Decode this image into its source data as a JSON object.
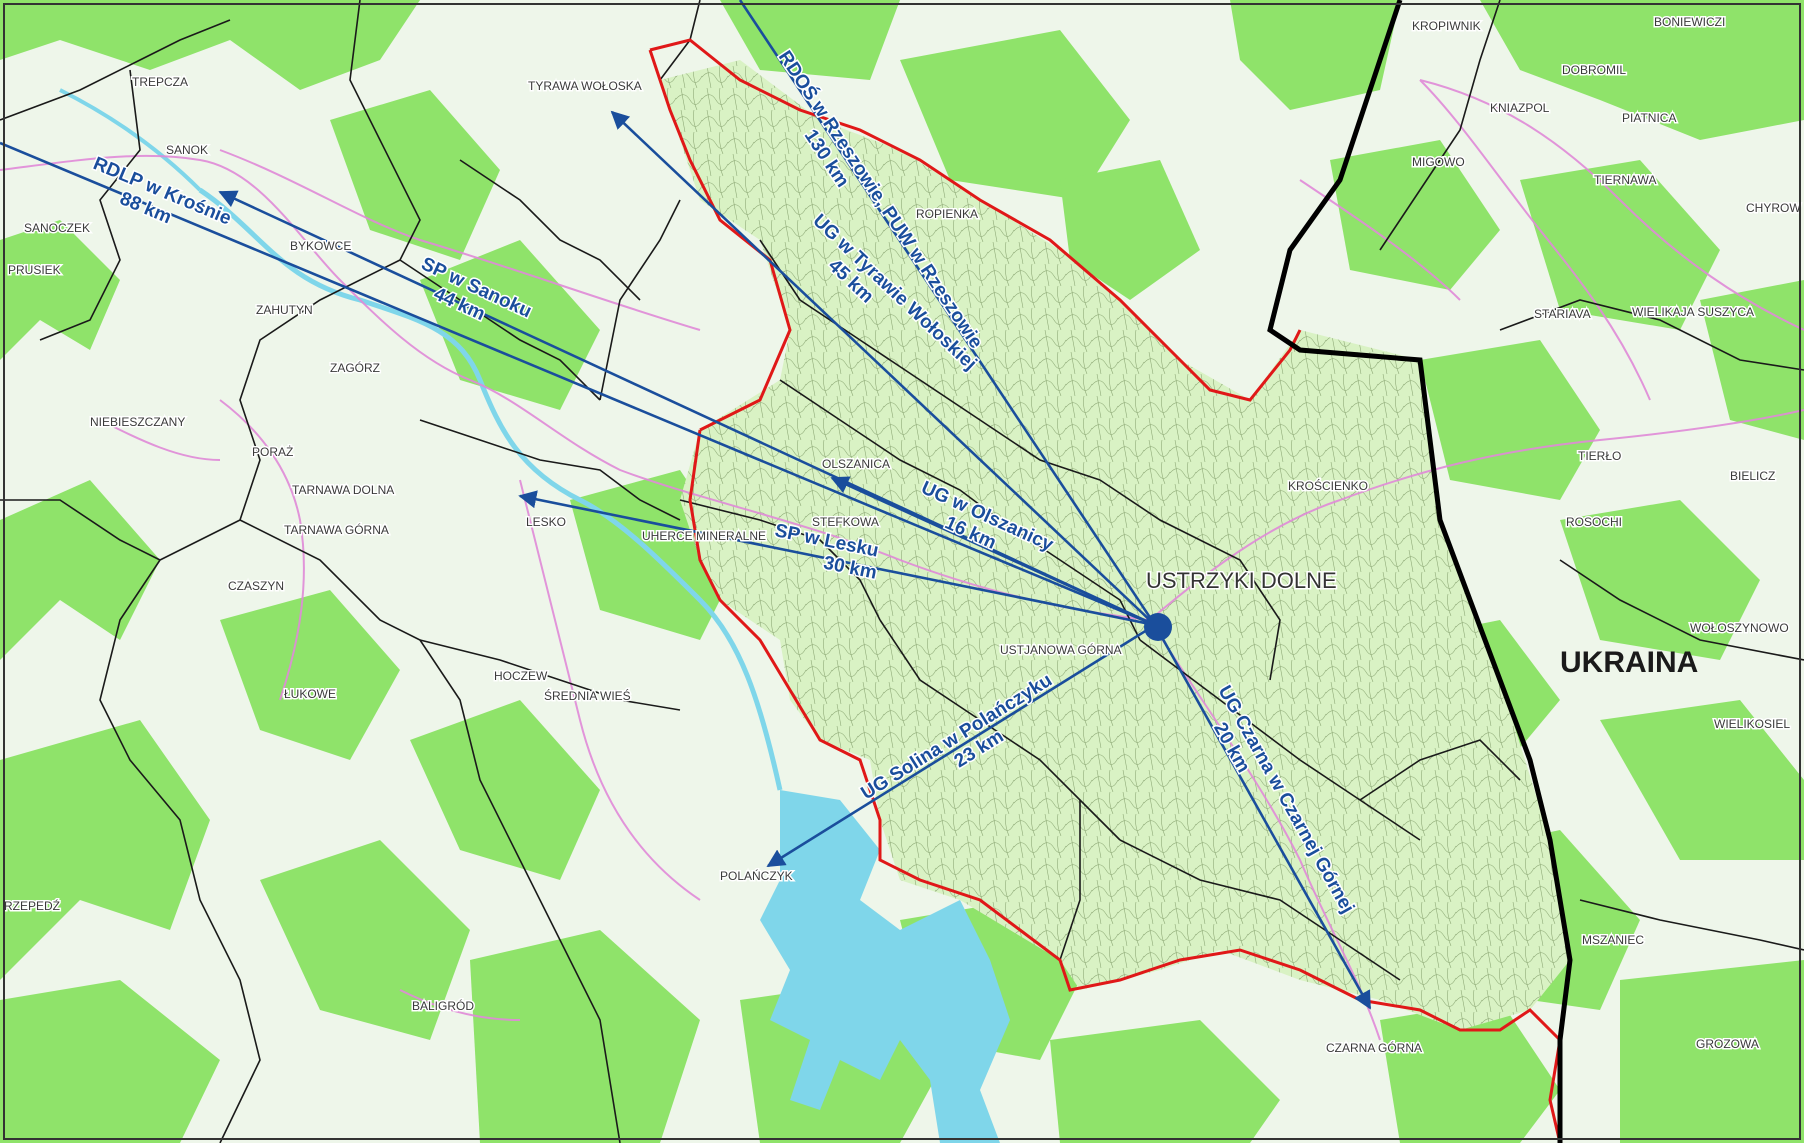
{
  "map": {
    "country_label": "UKRAINA",
    "main_town": "USTRZYKI DOLNE",
    "colors": {
      "forest": "#8fe36a",
      "open_land": "#eef6ea",
      "study_area": "#d9f2c4",
      "water": "#7fd6ea",
      "roads": "#e08ad8",
      "route_arrows": "#1a4e9c",
      "area_boundary": "#e01818",
      "state_border": "#000000"
    },
    "towns": [
      {
        "name": "TREPCZA"
      },
      {
        "name": "SANOK"
      },
      {
        "name": "SANOCZEK"
      },
      {
        "name": "PRUSIEK"
      },
      {
        "name": "BYKOWCE"
      },
      {
        "name": "ZAHUTYN"
      },
      {
        "name": "ZAGÓRZ"
      },
      {
        "name": "NIEBIESZCZANY"
      },
      {
        "name": "PORAŻ"
      },
      {
        "name": "TARNAWA DOLNA"
      },
      {
        "name": "TARNAWA GÓRNA"
      },
      {
        "name": "CZASZYN"
      },
      {
        "name": "ŁUKOWE"
      },
      {
        "name": "RZEPEDŹ"
      },
      {
        "name": "BALIGRÓD"
      },
      {
        "name": "HOCZEW"
      },
      {
        "name": "ŚREDNIA WIEŚ"
      },
      {
        "name": "LESKO"
      },
      {
        "name": "UHERCE MINERALNE"
      },
      {
        "name": "TYRAWA WOŁOSKA"
      },
      {
        "name": "ROPIENKA"
      },
      {
        "name": "OLSZANICA"
      },
      {
        "name": "STEFKOWA"
      },
      {
        "name": "USTJANOWA GÓRNA"
      },
      {
        "name": "POLAŃCZYK"
      },
      {
        "name": "KROŚCIENKO"
      },
      {
        "name": "CZARNA GÓRNA"
      },
      {
        "name": "KROPIWNIK"
      },
      {
        "name": "BONIEWICZI"
      },
      {
        "name": "DOBROMIL"
      },
      {
        "name": "KNIAZPOL"
      },
      {
        "name": "PIATNICA"
      },
      {
        "name": "MIGOWO"
      },
      {
        "name": "TIERNAWA"
      },
      {
        "name": "CHYROW"
      },
      {
        "name": "STARIAVA"
      },
      {
        "name": "WIELIKAJA SUSZYCA"
      },
      {
        "name": "TIERŁO"
      },
      {
        "name": "BIELICZ"
      },
      {
        "name": "ROSOCHI"
      },
      {
        "name": "WOŁOSZYNOWO"
      },
      {
        "name": "WIELIKOSIEL"
      },
      {
        "name": "MSZANIEC"
      },
      {
        "name": "GROZOWA"
      }
    ],
    "routes": [
      {
        "id": "rdos",
        "label_line1": "RDOŚ w Rzeszowie, PUW w Rzeszowie",
        "label_line2": "130 km"
      },
      {
        "id": "rdlp",
        "label_line1": "RDLP w Krośnie",
        "label_line2": "88 km"
      },
      {
        "id": "sp-sanok",
        "label_line1": "SP w Sanoku",
        "label_line2": "44 km"
      },
      {
        "id": "ug-tyrawa",
        "label_line1": "UG w Tyrawie Wołoskiej",
        "label_line2": "45 km"
      },
      {
        "id": "ug-olszanica",
        "label_line1": "UG w Olszanicy",
        "label_line2": "16 km"
      },
      {
        "id": "sp-lesko",
        "label_line1": "SP w Lesku",
        "label_line2": "30 km"
      },
      {
        "id": "ug-solina",
        "label_line1": "UG Solina w Polańczyku",
        "label_line2": "23 km"
      },
      {
        "id": "ug-czarna",
        "label_line1": "UG Czarna w Czarnej Górnej",
        "label_line2": "20 km"
      }
    ]
  }
}
